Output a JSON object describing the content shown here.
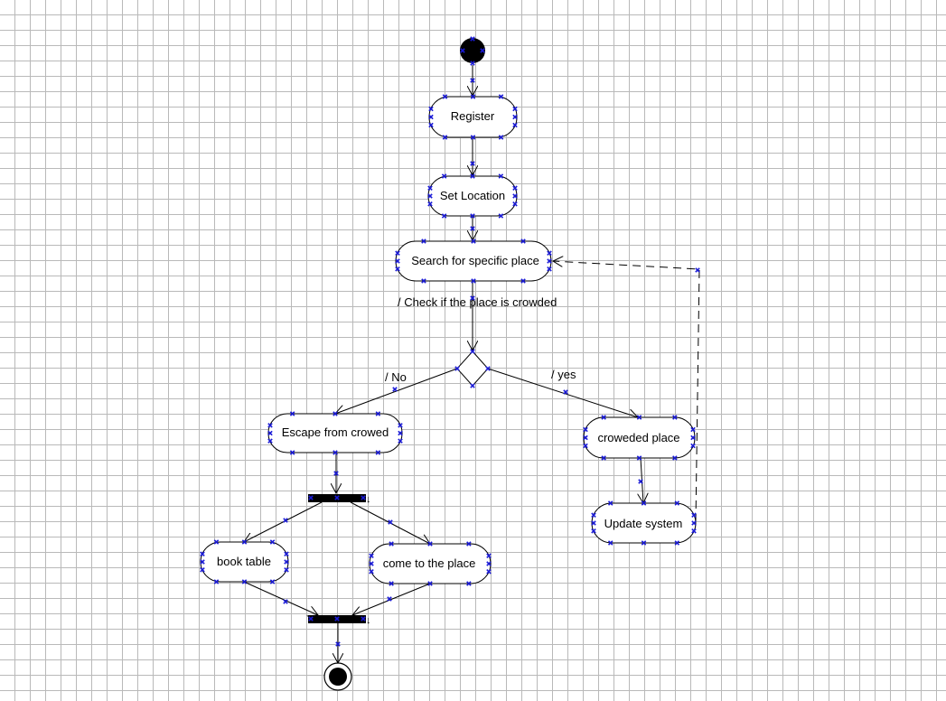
{
  "diagram": {
    "type": "UML activity diagram",
    "colors": {
      "line": "#000000",
      "node_fill": "#ffffff",
      "bar_fill": "#000000",
      "handle": "#1a1ad6",
      "grid": "#b9b9b9"
    },
    "nodes": {
      "register": "Register",
      "set_location": "Set Location",
      "search": "Search for specific place",
      "escape": "Escape from crowed",
      "crowded_place": "croweded place",
      "update_system": "Update system",
      "book_table": "book table",
      "come_to_place": "come to the place"
    },
    "guards": {
      "check_crowded": "/ Check if the place is crowded",
      "no": "/ No",
      "yes": "/ yes"
    },
    "bar_marker": "↓"
  }
}
